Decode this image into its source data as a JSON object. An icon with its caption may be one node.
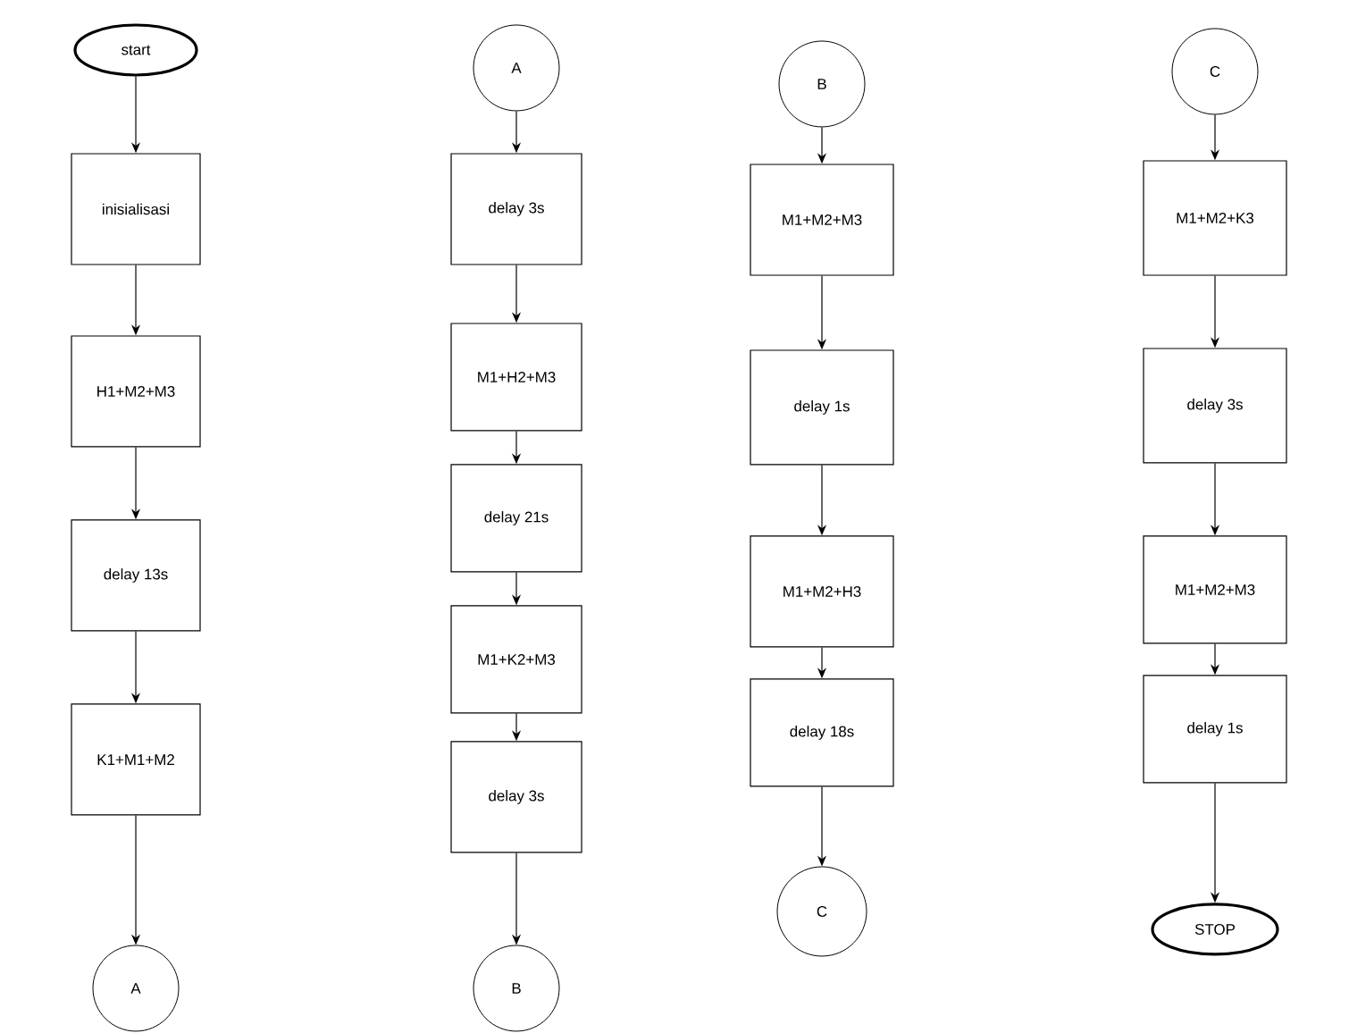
{
  "diagram": {
    "nodes": [
      {
        "text": [
          "start"
        ]
      },
      {
        "text": [
          "inisialisasi"
        ]
      },
      {
        "text": [
          "H1+M2+M3"
        ]
      },
      {
        "text": [
          "delay 13s"
        ]
      },
      {
        "text": [
          "K1+M1+M2"
        ]
      },
      {
        "text": [
          "A"
        ]
      },
      {
        "text": [
          "A"
        ]
      },
      {
        "text": [
          "delay 3s"
        ]
      },
      {
        "text": [
          "M1+H2+M3"
        ]
      },
      {
        "text": [
          "delay 21s"
        ]
      },
      {
        "text": [
          "M1+K2+M3"
        ]
      },
      {
        "text": [
          "delay 3s"
        ]
      },
      {
        "text": [
          "B"
        ]
      },
      {
        "text": [
          "B"
        ]
      },
      {
        "text": [
          "M1+M2+M3"
        ]
      },
      {
        "text": [
          "delay 1s"
        ]
      },
      {
        "text": [
          "M1+M2+H3"
        ]
      },
      {
        "text": [
          "delay 18s"
        ]
      },
      {
        "text": [
          "C"
        ]
      },
      {
        "text": [
          "C"
        ]
      },
      {
        "text": [
          "M1+M2+K3"
        ]
      },
      {
        "text": [
          "delay 3s"
        ]
      },
      {
        "text": [
          "M1+M2+M3"
        ]
      },
      {
        "text": [
          "delay 1s"
        ]
      },
      {
        "text": [
          "STOP"
        ]
      }
    ],
    "edges": [
      {
        "from": 0,
        "to": 1,
        "arrow": "to"
      },
      {
        "from": 1,
        "to": 2,
        "arrow": "to"
      },
      {
        "from": 2,
        "to": 3,
        "arrow": "to"
      },
      {
        "from": 3,
        "to": 4,
        "arrow": "to"
      },
      {
        "from": 4,
        "to": 5,
        "arrow": "to"
      },
      {
        "from": 6,
        "to": 7,
        "arrow": "to"
      },
      {
        "from": 7,
        "to": 8,
        "arrow": "to"
      },
      {
        "from": 8,
        "to": 9,
        "arrow": "to"
      },
      {
        "from": 9,
        "to": 10,
        "arrow": "to"
      },
      {
        "from": 10,
        "to": 11,
        "arrow": "to"
      },
      {
        "from": 11,
        "to": 12,
        "arrow": "to"
      },
      {
        "from": 13,
        "to": 14,
        "arrow": "to"
      },
      {
        "from": 14,
        "to": 15,
        "arrow": "to"
      },
      {
        "from": 15,
        "to": 16,
        "arrow": "to"
      },
      {
        "from": 16,
        "to": 17,
        "arrow": "to"
      },
      {
        "from": 17,
        "to": 18,
        "arrow": "to"
      },
      {
        "from": 19,
        "to": 20,
        "arrow": "to"
      },
      {
        "from": 20,
        "to": 21,
        "arrow": "to"
      },
      {
        "from": 21,
        "to": 22,
        "arrow": "to"
      },
      {
        "from": 22,
        "to": 23,
        "arrow": "to"
      },
      {
        "from": 23,
        "to": 24,
        "arrow": "to"
      }
    ]
  }
}
